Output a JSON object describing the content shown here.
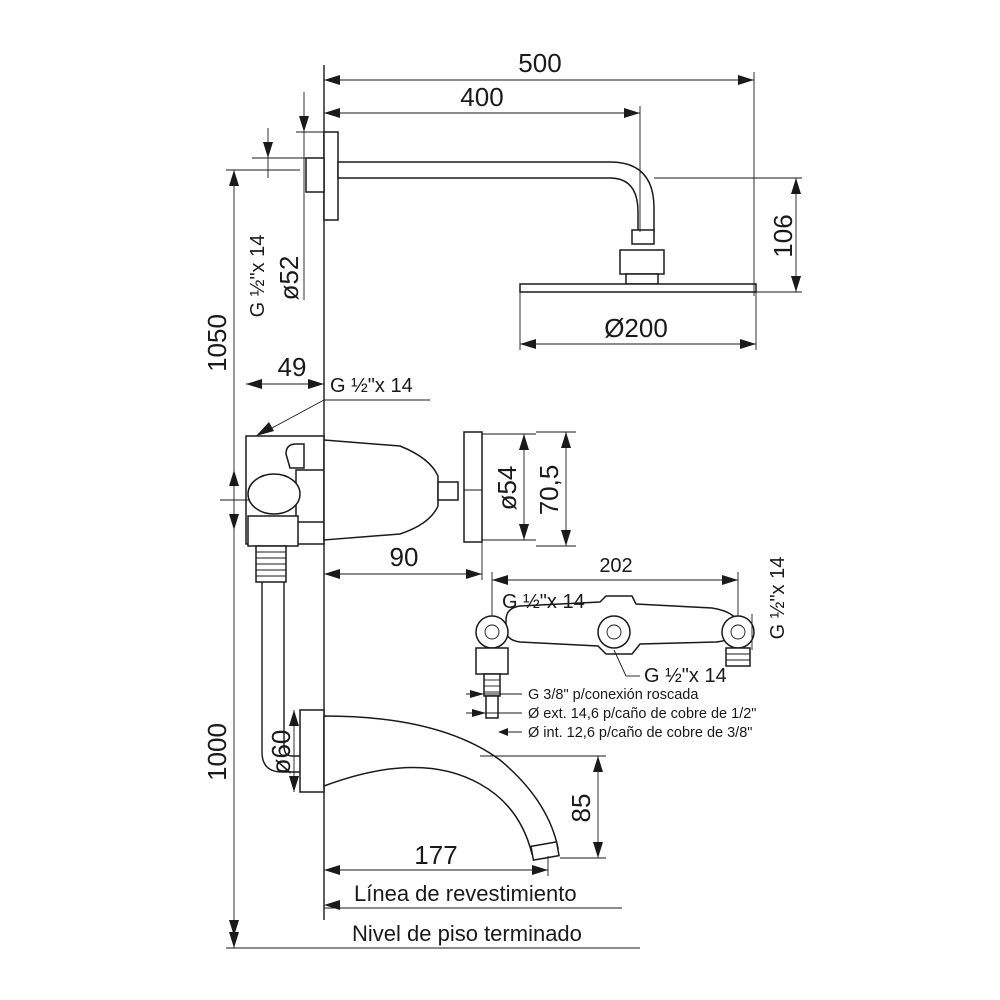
{
  "dimensions": {
    "d500": "500",
    "d400": "400",
    "d106": "106",
    "d200": "Ø200",
    "d1050": "1050",
    "thread_left": "G ½\"x 14",
    "d52": "ø52",
    "d49": "49",
    "thread_top": "G ½\"x 14",
    "d54": "ø54",
    "d70_5": "70,5",
    "d90": "90",
    "d202": "202",
    "thread_left_fitting": "G ½\"x 14",
    "thread_right_vertical": "G ½\"x 14",
    "thread_bottom_fitting": "G ½\"x 14",
    "d1000": "1000",
    "d60": "ø60",
    "d85": "85",
    "d177": "177"
  },
  "notes": {
    "conexion": "G 3/8\" p/conexión roscada",
    "ext": "Ø ext. 14,6 p/caño de cobre de 1/2\"",
    "int": "Ø int. 12,6 p/caño de cobre de 3/8\""
  },
  "legend": {
    "revestimiento": "Línea de revestimiento",
    "piso": "Nivel de piso terminado"
  }
}
